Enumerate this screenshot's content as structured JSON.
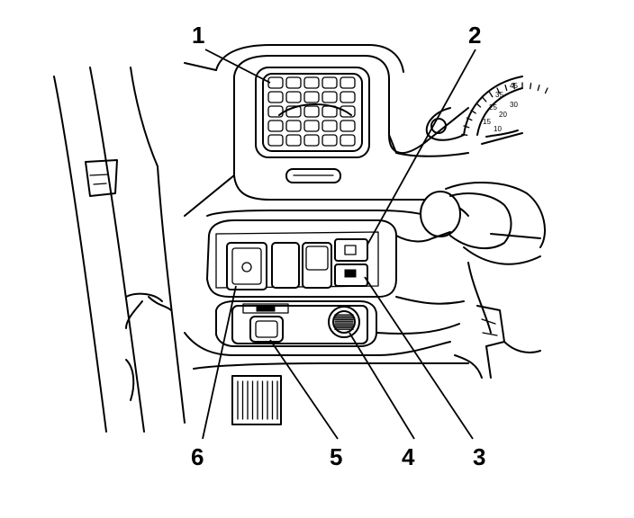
{
  "callouts": [
    {
      "id": "1",
      "label": "1"
    },
    {
      "id": "2",
      "label": "2"
    },
    {
      "id": "3",
      "label": "3"
    },
    {
      "id": "4",
      "label": "4"
    },
    {
      "id": "5",
      "label": "5"
    },
    {
      "id": "6",
      "label": "6"
    }
  ],
  "gauge_ticks": [
    "45",
    "35",
    "30",
    "25",
    "20",
    "15",
    "10"
  ]
}
